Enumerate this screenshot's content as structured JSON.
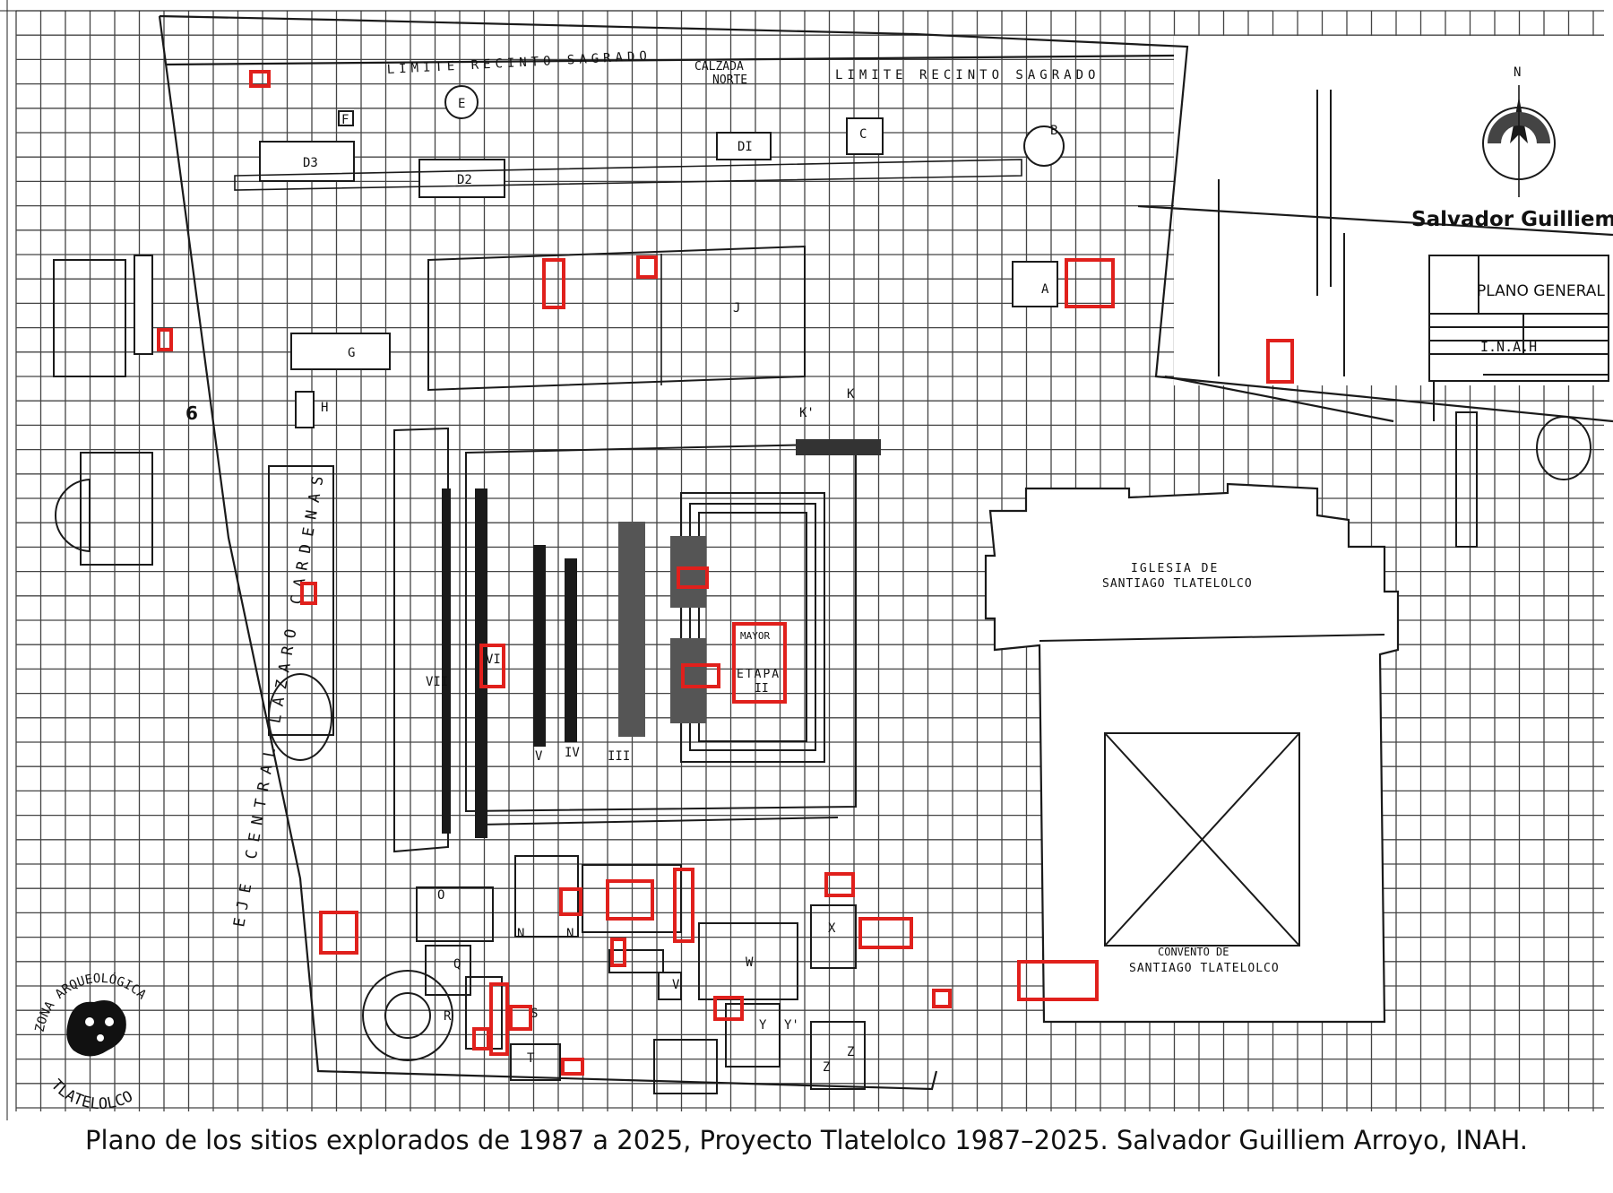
{
  "caption": "Plano de los sitios explorados de 1987 a 2025, Proyecto Tlatelolco 1987–2025. Salvador Guilliem Arroyo, INAH.",
  "author_label": "Salvador Guilliem",
  "title_block": {
    "title": "PLANO GENERAL",
    "institution": "I.N.A.H",
    "north": "N"
  },
  "logo": {
    "top_text": "ZONA ARQUEOLÓGICA",
    "bottom_text": "TLATELOLCO"
  },
  "colors": {
    "site_marker": "#e0201c",
    "line": "#1a1a1a",
    "grid": "#444444"
  },
  "labels": {
    "limite_1": "LIMITE RECINTO SAGRADO",
    "limite_2": "LIMITE RECINTO SAGRADO",
    "calzada_1": "CALZADA",
    "calzada_2": "NORTE",
    "eje_central": "EJE CENTRAL LAZARO CARDENAS",
    "iglesia_1": "IGLESIA DE",
    "iglesia_2": "SANTIAGO TLATELOLCO",
    "convento_1": "CONVENTO DE",
    "convento_2": "SANTIAGO TLATELOLCO",
    "mayor": "MAYOR",
    "etapa": "ETAPA",
    "etapa_num": "II",
    "six": "6",
    "struct_e": "E",
    "struct_f": "F",
    "struct_d3": "D3",
    "struct_d2": "D2",
    "struct_d1": "DI",
    "struct_c": "C",
    "struct_b": "B",
    "struct_a": "A",
    "struct_j": "J",
    "struct_g": "G",
    "struct_h": "H",
    "struct_k": "K",
    "struct_k2": "K'",
    "num_vii": "VII",
    "num_vi": "VI",
    "num_v": "V",
    "num_iv": "IV",
    "num_iii": "III",
    "struct_n": "N",
    "struct_n2": "N",
    "struct_o": "O",
    "struct_q": "Q",
    "struct_r": "R",
    "struct_s": "S",
    "struct_t": "T",
    "struct_v": "V",
    "struct_w": "W",
    "struct_x": "X",
    "struct_y": "Y",
    "struct_y2": "Y'",
    "struct_z": "Z",
    "struct_z2": "Z"
  }
}
